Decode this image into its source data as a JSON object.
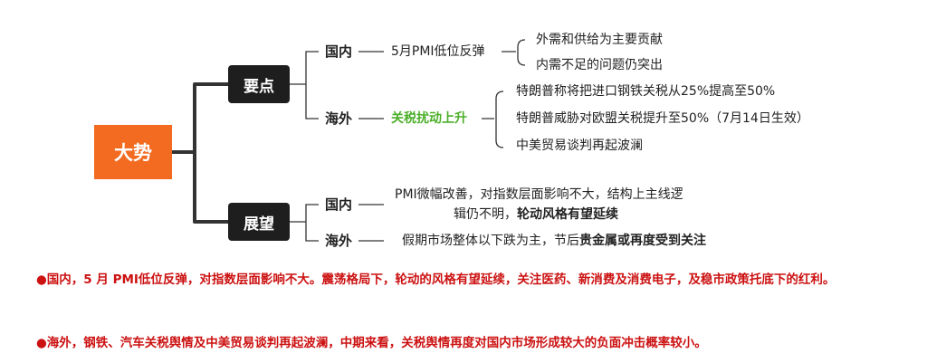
{
  "root": "大势",
  "branches": {
    "key_points": {
      "label": "要点",
      "domestic": {
        "label": "国内",
        "summary": "5月PMI低位反弹",
        "details": [
          "外需和供给为主要贡献",
          "内需不足的问题仍突出"
        ]
      },
      "overseas": {
        "label": "海外",
        "summary": "关税扰动上升",
        "details": [
          "特朗普称将把进口钢铁关税从25%提高至50%",
          "特朗普威胁对欧盟关税提升至50%（7月14日生效）",
          "中美贸易谈判再起波澜"
        ]
      }
    },
    "outlook": {
      "label": "展望",
      "domestic": {
        "label": "国内",
        "line1": "PMI微幅改善，对指数层面影响不大，结构上主线逻",
        "line2_plain": "辑仍不明，",
        "line2_bold": "轮动风格有望延续"
      },
      "overseas": {
        "label": "海外",
        "plain": "假期市场整体以下跌为主，节后",
        "bold": "贵金属或再度受到关注"
      }
    }
  },
  "notes": [
    "●国内，5 月 PMI低位反弹，对指数层面影响不大。震荡格局下，轮动的风格有望延续，关注医药、新消费及消费电子，及稳市政策托底下的红利。",
    "●海外，钢铁、汽车关税舆情及中美贸易谈判再起波澜，中期来看，关税舆情再度对国内市场形成较大的负面冲击概率较小。"
  ],
  "colors": {
    "root": "#f26b21",
    "key_node": "#1e1e1e",
    "highlight": "#4caf2a",
    "note": "#cc1111",
    "connector": "#333333"
  }
}
